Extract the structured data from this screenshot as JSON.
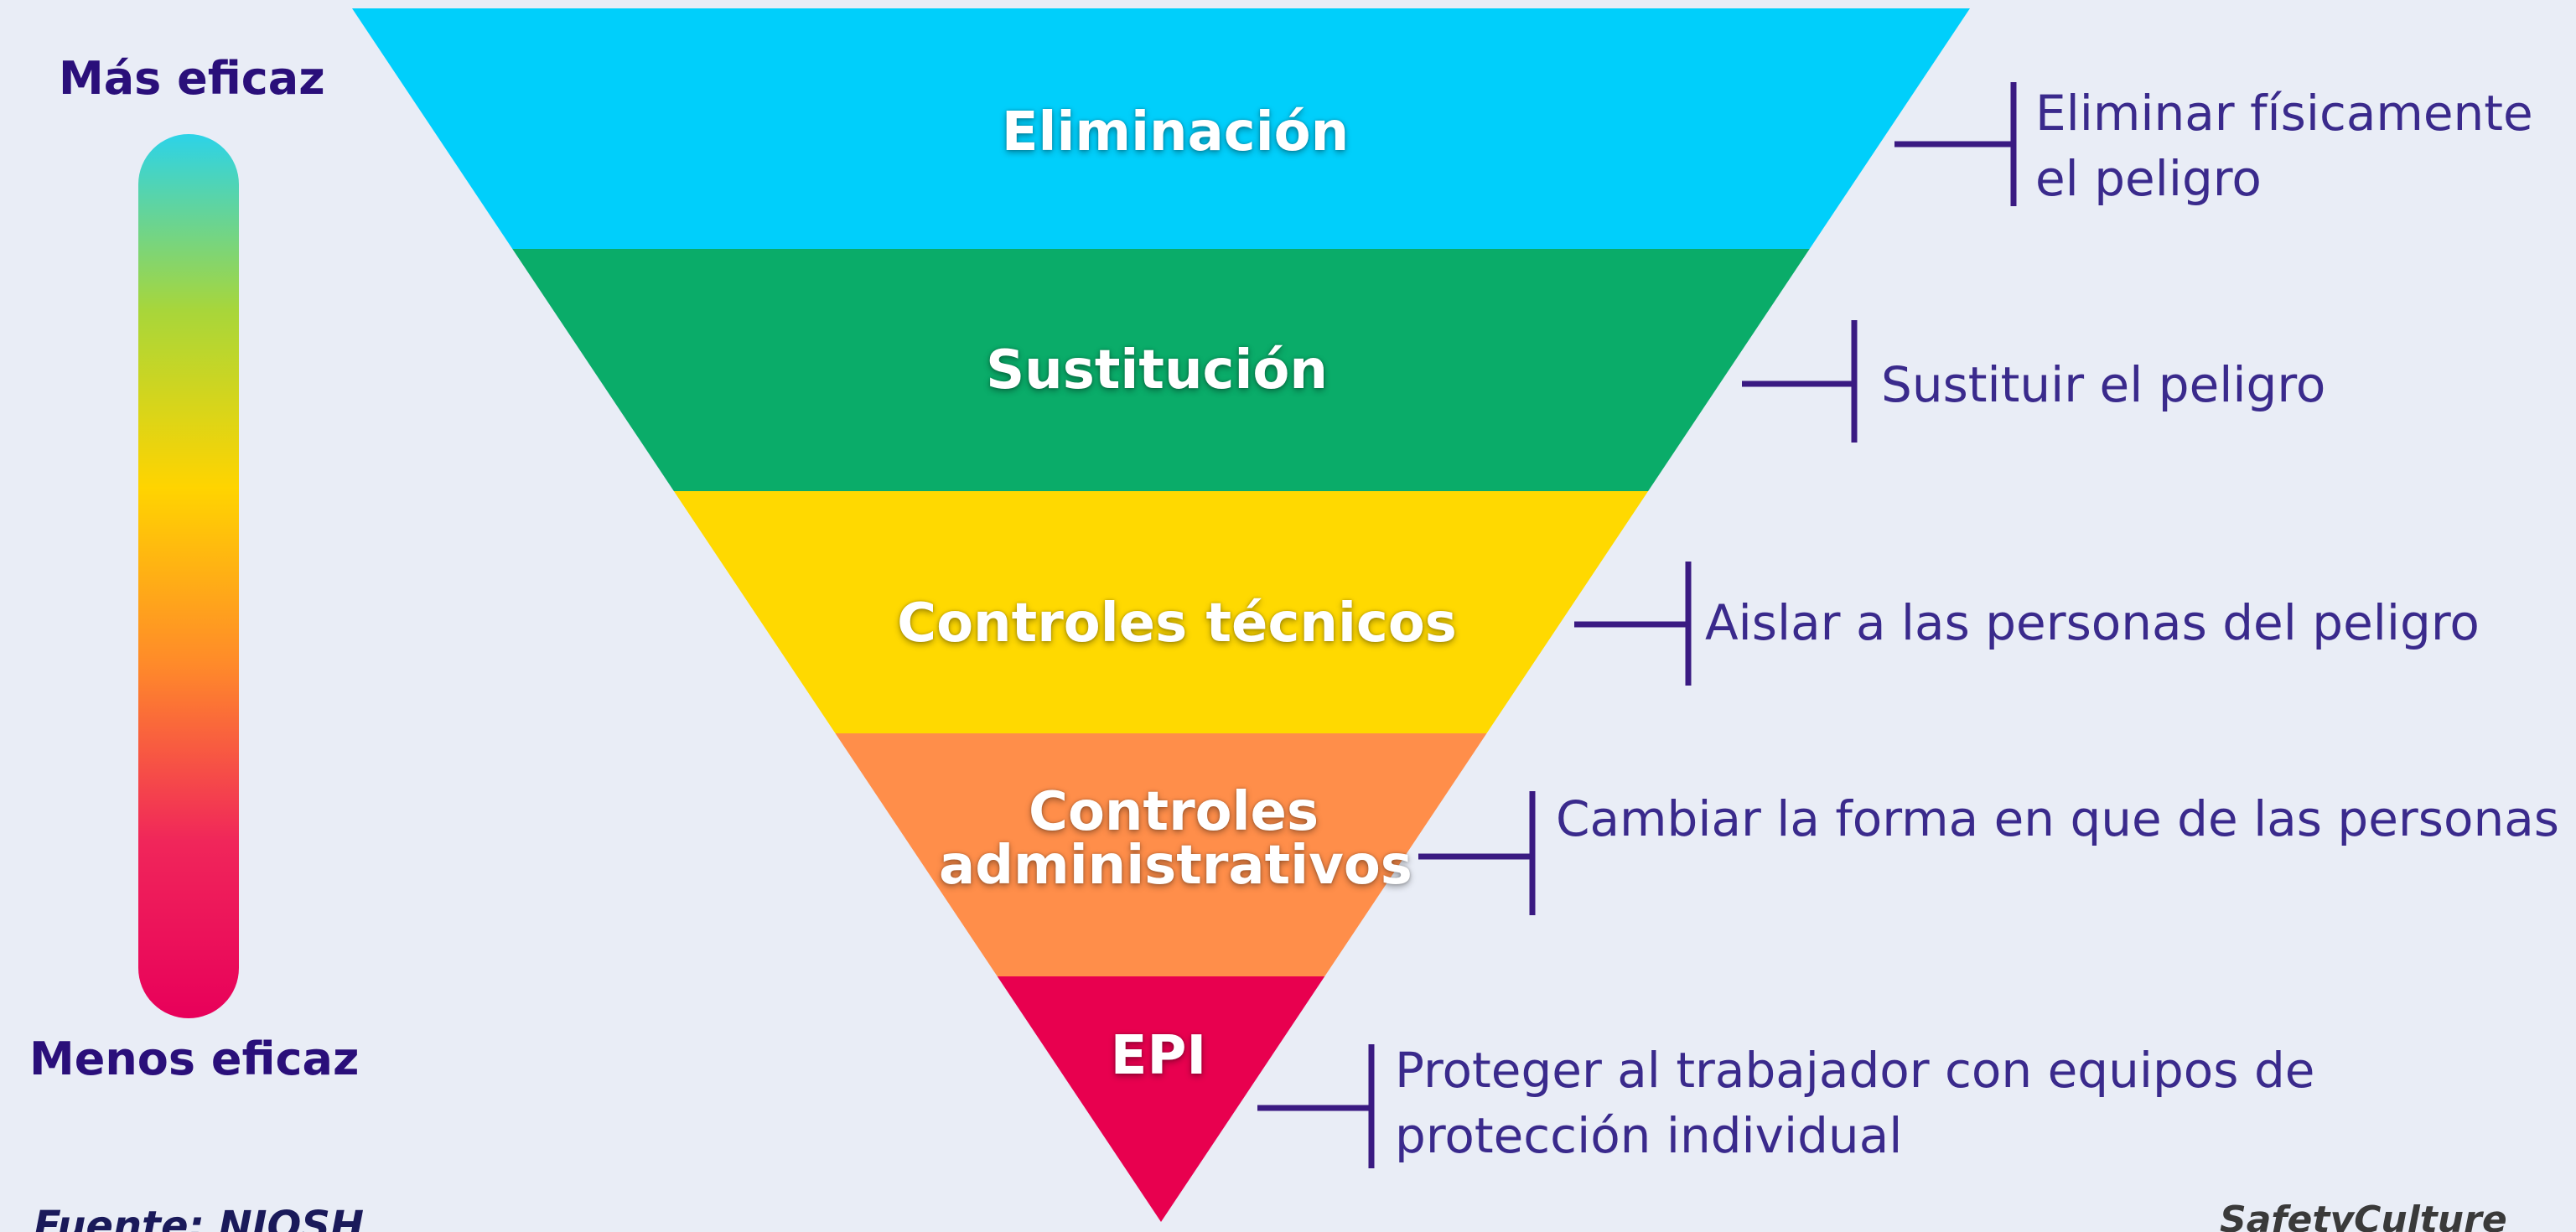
{
  "scale": {
    "top_label": "Más eficaz",
    "bottom_label": "Menos eficaz",
    "gradient_colors": [
      "#2cd3e8",
      "#a8d63a",
      "#ffd400",
      "#ff8a2a",
      "#f0265a",
      "#e8005a"
    ]
  },
  "levels": [
    {
      "label": "Eliminación",
      "description": "Eliminar físicamente el peligro",
      "color": "#00cffb"
    },
    {
      "label": "Sustitución",
      "description": "Sustituir el peligro",
      "color": "#0aac69"
    },
    {
      "label": "Controles técnicos",
      "description": "Aislar a las personas del peligro",
      "color": "#ffd900"
    },
    {
      "label": "Controles administrativos",
      "description": "Cambiar la forma en que de las personas",
      "color": "#ff8e4a"
    },
    {
      "label": "EPI",
      "description": "Proteger al trabajador con equipos de protección individual",
      "color": "#e8004f"
    }
  ],
  "bracket_color": "#3a1a82",
  "footer": {
    "source": "Fuente: NIOSH",
    "brand": "SafetyCulture"
  }
}
